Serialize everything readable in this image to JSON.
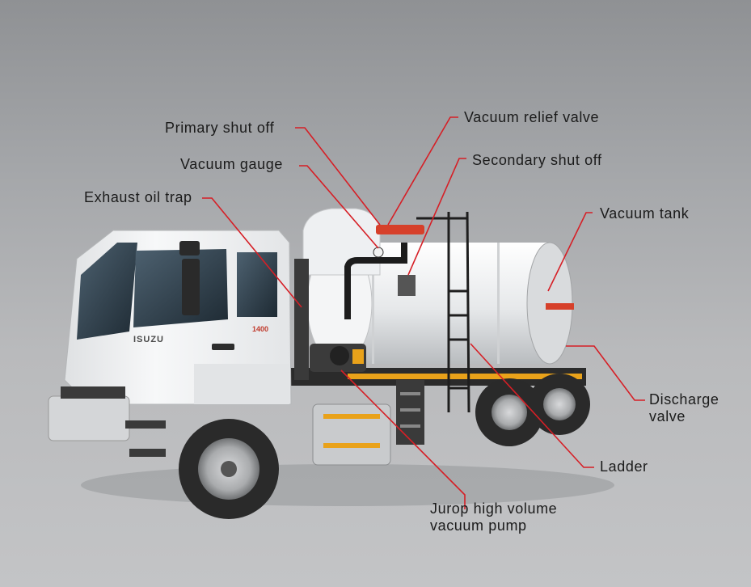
{
  "labels": {
    "primary_shut_off": "Primary shut off",
    "vacuum_relief_valve": "Vacuum relief valve",
    "vacuum_gauge": "Vacuum gauge",
    "secondary_shut_off": "Secondary shut off",
    "exhaust_oil_trap": "Exhaust oil trap",
    "vacuum_tank": "Vacuum tank",
    "discharge_valve_line1": "Discharge",
    "discharge_valve_line2": "valve",
    "ladder": "Ladder",
    "pump_line1": "Jurop high volume",
    "pump_line2": "vacuum pump"
  },
  "truck": {
    "brand_badge": "ISUZU",
    "model_badge": "1400"
  },
  "colors": {
    "leader_line": "#d61f26",
    "cab_white": "#f2f3f4",
    "tank_white": "#eceef0",
    "chassis_orange": "#e9a21a",
    "tyre_black": "#2a2a2a"
  }
}
